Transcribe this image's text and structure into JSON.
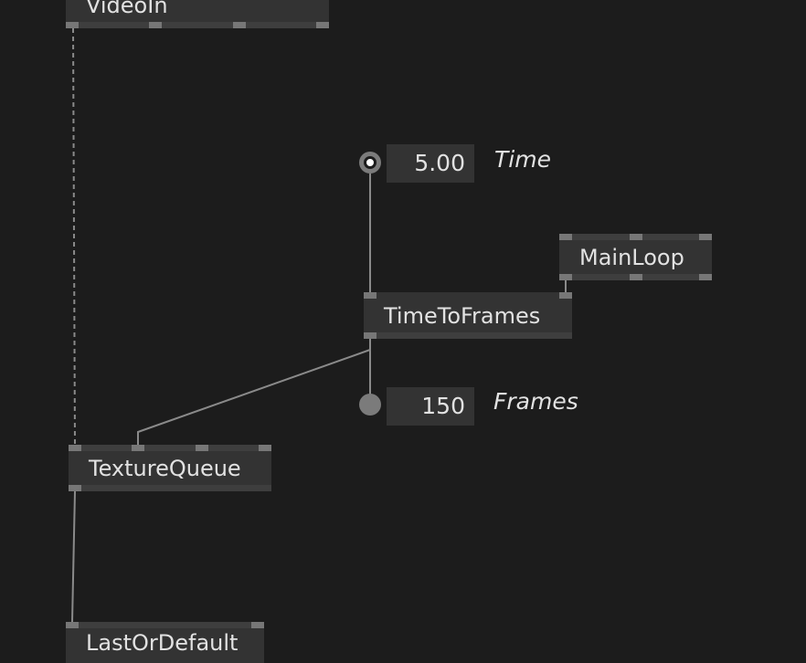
{
  "nodes": {
    "videoin": {
      "label": "VideoIn"
    },
    "main_loop": {
      "label": "MainLoop"
    },
    "time_to_frames": {
      "label": "TimeToFrames"
    },
    "texture_queue": {
      "label": "TextureQueue"
    },
    "last_or_default": {
      "label": "LastOrDefault"
    }
  },
  "ioboxes": {
    "time": {
      "value": "5.00",
      "label": "Time"
    },
    "frames": {
      "value": "150",
      "label": "Frames"
    }
  },
  "colors": {
    "background": "#1c1c1c",
    "node_fill": "#333333",
    "pin": "#777777",
    "link": "#8a8a8a",
    "text": "#e2e2e2"
  }
}
